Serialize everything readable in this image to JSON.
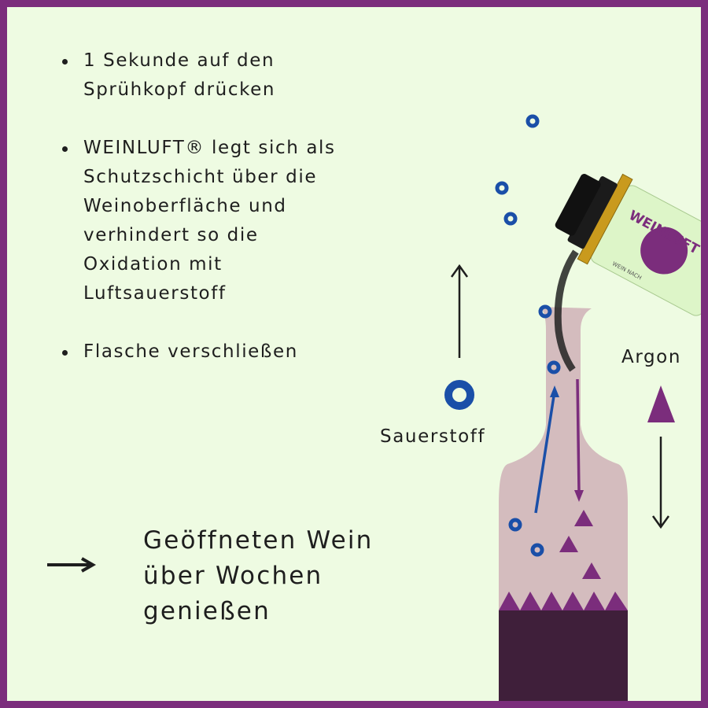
{
  "steps": [
    {
      "text": "1 Sekunde auf den\nSprühkopf drücken"
    },
    {
      "text": "WEINLUFT® legt sich als\nSchutzschicht über die\nWeinoberfläche und\nverhindert so die\nOxidation mit\nLuftsauerstoff"
    },
    {
      "text": "Flasche verschließen"
    }
  ],
  "labels": {
    "oxygen": "Sauerstoff",
    "argon": "Argon"
  },
  "tagline": "Geöffneten Wein\nüber Wochen\ngenießen",
  "product": {
    "brand": "WEINLUFT",
    "subtitle": "WEIN NACH"
  },
  "colors": {
    "frame": "#7b2d7c",
    "background": "#eefbe2",
    "oxygen": "#1a4fa8",
    "argon": "#7b2d7c",
    "wine": "#3f1f3a",
    "bottle": "#d4bcbe"
  }
}
